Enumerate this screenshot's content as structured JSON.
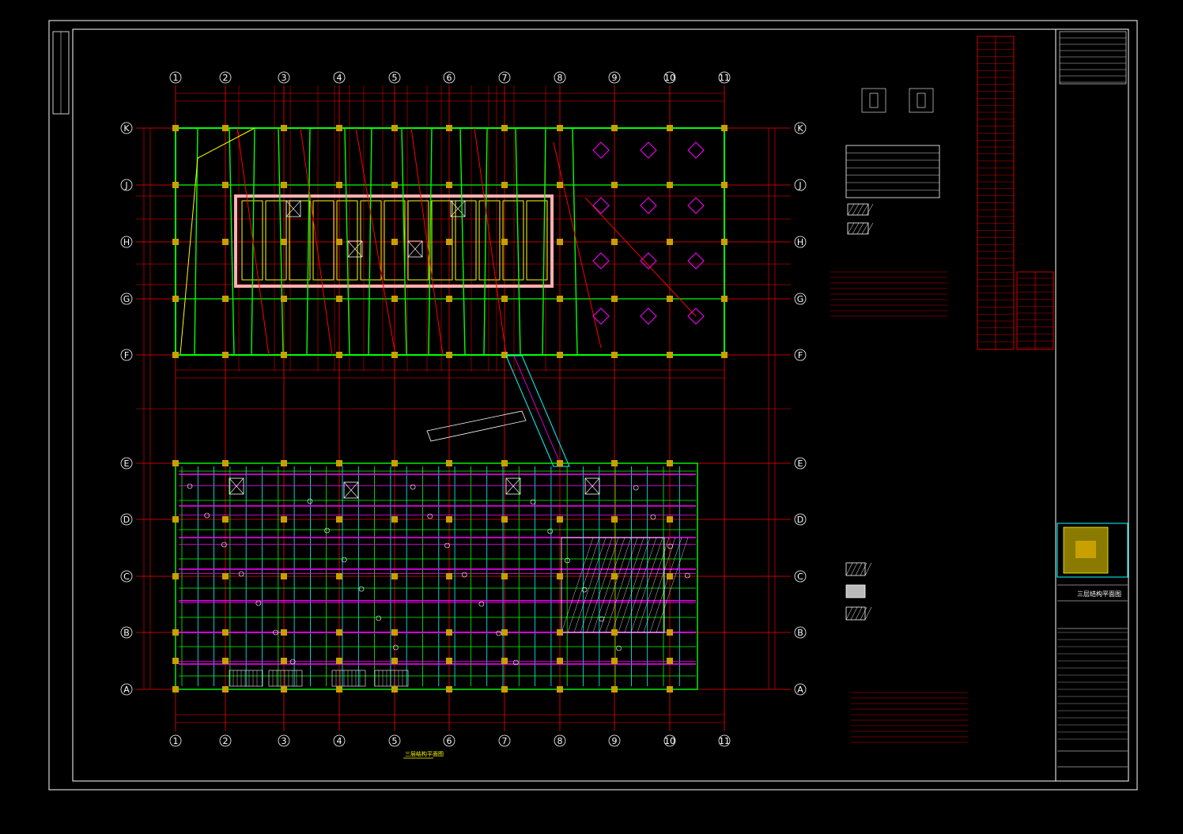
{
  "grid": {
    "columns": [
      "1",
      "2",
      "3",
      "4",
      "5",
      "6",
      "7",
      "8",
      "9",
      "10",
      "11"
    ],
    "rows": [
      "A",
      "B",
      "C",
      "D",
      "E",
      "F",
      "G",
      "H",
      "J",
      "K"
    ]
  },
  "plan_title": "三层结构平面图",
  "sheet_title": "三层结构平面图",
  "colors": {
    "frame": "#ffffff",
    "gridline": "#ff0000",
    "beam_green": "#00ff00",
    "beam_magenta": "#ff00ff",
    "beam_cyan": "#00ffff",
    "column": "#c8a000",
    "annotation": "#ffff00"
  }
}
